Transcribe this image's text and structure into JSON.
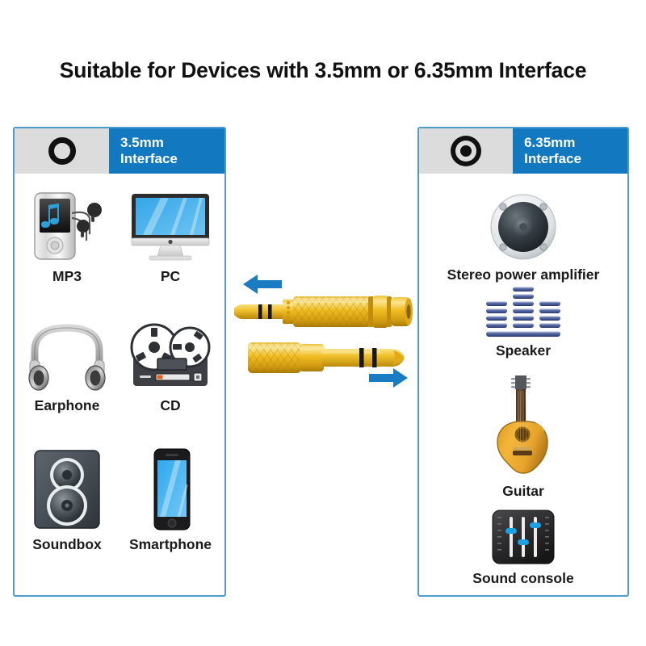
{
  "title": "Suitable for Devices with 3.5mm or 6.35mm Interface",
  "colors": {
    "header_blue": "#1279c0",
    "panel_border": "#4e9ccd",
    "header_gray": "#dcdcdc",
    "arrow_blue": "#1a7dc4",
    "gold": "#f2c11c",
    "background": "#ffffff"
  },
  "left_panel": {
    "header": {
      "icon": "jack-ring-icon",
      "label_line1": "3.5mm",
      "label_line2": "Interface"
    },
    "devices": [
      {
        "id": "mp3",
        "label": "MP3",
        "icon": "mp3-player-icon"
      },
      {
        "id": "pc",
        "label": "PC",
        "icon": "desktop-monitor-icon"
      },
      {
        "id": "earphone",
        "label": "Earphone",
        "icon": "headphones-icon"
      },
      {
        "id": "cd",
        "label": "CD",
        "icon": "tape-deck-icon"
      },
      {
        "id": "soundbox",
        "label": "Soundbox",
        "icon": "speaker-cabinet-icon"
      },
      {
        "id": "smartphone",
        "label": "Smartphone",
        "icon": "smartphone-icon"
      }
    ]
  },
  "right_panel": {
    "header": {
      "icon": "jack-bullseye-icon",
      "label_line1": "6.35mm",
      "label_line2": "Interface"
    },
    "devices": [
      {
        "id": "amp",
        "label": "Stereo power amplifier",
        "icon": "speaker-driver-icon"
      },
      {
        "id": "speaker",
        "label": "Speaker",
        "icon": "equalizer-bars-icon"
      },
      {
        "id": "guitar",
        "label": "Guitar",
        "icon": "acoustic-guitar-icon"
      },
      {
        "id": "console",
        "label": "Sound console",
        "icon": "mixer-faders-icon"
      }
    ]
  },
  "center": {
    "adapters": [
      {
        "id": "adapter-top",
        "description": "3.5mm male plug to 6.35mm female socket adapter",
        "plug_side": "left",
        "arrow": {
          "direction": "left",
          "name": "arrow-left-icon"
        }
      },
      {
        "id": "adapter-bottom",
        "description": "3.5mm female socket to 6.35mm male plug adapter",
        "plug_side": "right",
        "arrow": {
          "direction": "right",
          "name": "arrow-right-icon"
        }
      }
    ]
  }
}
